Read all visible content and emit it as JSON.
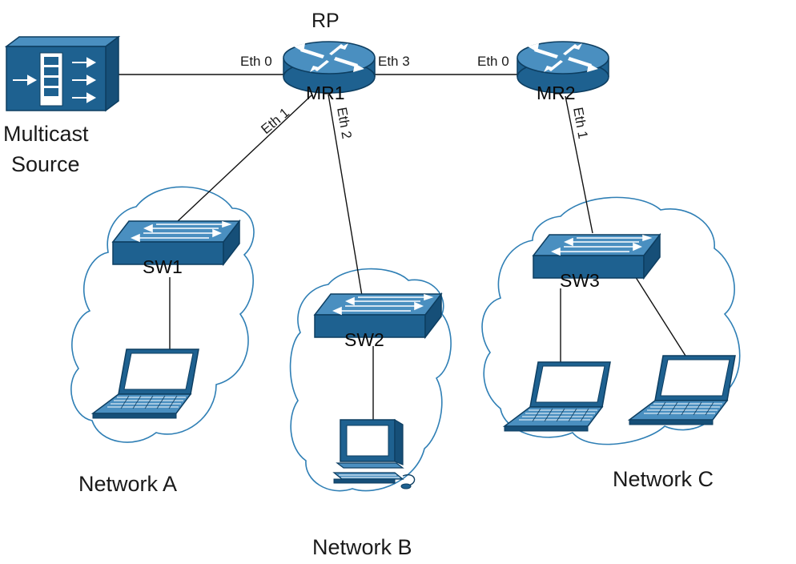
{
  "title": "",
  "colors": {
    "device_top": "#4a8fc0",
    "device_front": "#1e6190",
    "device_side": "#164f78",
    "device_outline": "#0d3e61",
    "cloud_outline": "#2f7fb5",
    "link": "#111111"
  },
  "source": {
    "label_line1": "Multicast",
    "label_line2": "Source",
    "icon": "multicast-source-icon"
  },
  "rp_label": "RP",
  "routers": [
    {
      "id": "mr1",
      "name": "MR1",
      "icon": "router-icon"
    },
    {
      "id": "mr2",
      "name": "MR2",
      "icon": "router-icon"
    }
  ],
  "switches": [
    {
      "id": "sw1",
      "name": "SW1",
      "icon": "switch-icon"
    },
    {
      "id": "sw2",
      "name": "SW2",
      "icon": "switch-icon"
    },
    {
      "id": "sw3",
      "name": "SW3",
      "icon": "switch-icon"
    }
  ],
  "ports": {
    "mr1_eth0": "Eth 0",
    "mr1_eth1": "Eth 1",
    "mr1_eth2": "Eth 2",
    "mr1_eth3": "Eth 3",
    "mr2_eth0": "Eth 0",
    "mr2_eth1": "Eth 1"
  },
  "networks": [
    {
      "id": "net-a",
      "label": "Network A",
      "hosts": [
        "laptop-icon"
      ]
    },
    {
      "id": "net-b",
      "label": "Network B",
      "hosts": [
        "desktop-computer-icon"
      ]
    },
    {
      "id": "net-c",
      "label": "Network C",
      "hosts": [
        "laptop-icon",
        "laptop-icon"
      ]
    }
  ]
}
